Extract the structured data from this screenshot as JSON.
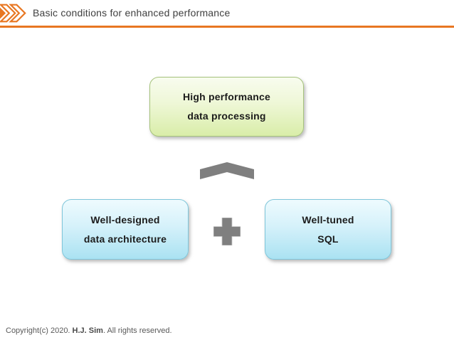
{
  "header": {
    "title": "Basic conditions for enhanced performance",
    "accent_color": "#E87722",
    "logo_icon": "triple-chevron-right-icon"
  },
  "diagram": {
    "top_box": {
      "line1": "High performance",
      "line2": "data processing",
      "fill_top": "#f8fcef",
      "fill_bottom": "#d9eda9",
      "border_color": "#a6c37c"
    },
    "left_box": {
      "line1": "Well-designed",
      "line2": "data architecture",
      "fill_top": "#eefbfe",
      "fill_bottom": "#aae2f2",
      "border_color": "#7fc6da"
    },
    "right_box": {
      "line1": "Well-tuned",
      "line2": "SQL",
      "fill_top": "#eefbfe",
      "fill_bottom": "#aae2f2",
      "border_color": "#7fc6da"
    },
    "connectors": {
      "result_icon": "chevron-up-icon",
      "combine_icon": "plus-icon",
      "color": "#7F7F7F"
    }
  },
  "footer": {
    "prefix": "Copyright(c) 2020. ",
    "author": "H.J. Sim",
    "suffix": ". All rights reserved."
  }
}
